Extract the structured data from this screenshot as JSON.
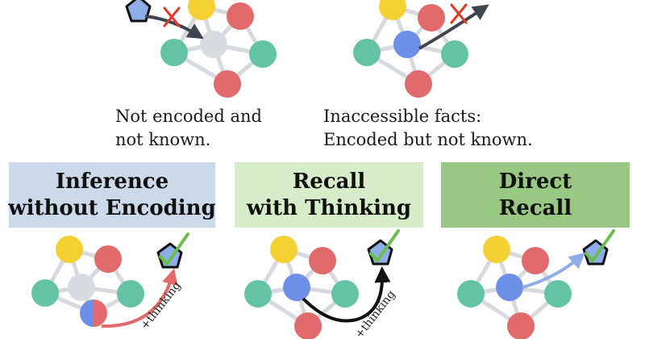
{
  "colors": {
    "yellow": "#f5d033",
    "red": "#e06a6c",
    "teal": "#63c3a4",
    "gray": "#d8dbe0",
    "blue": "#6e8fe6",
    "edge": "#d6d9de",
    "query_fill": "#8eaee9",
    "check": "#6abf4b",
    "cross": "#e03a2d",
    "box_inference": "#ccd9ea",
    "box_recall_thinking": "#d7ecc8",
    "box_direct_recall": "#98c883"
  },
  "captions": {
    "not_encoded": {
      "line1": "Not encoded and",
      "line2": "not known."
    },
    "inaccessible": {
      "line1": "Inaccessible facts:",
      "line2": "Encoded but not known."
    }
  },
  "boxes": [
    {
      "line1": "Inference",
      "line2": "without Encoding"
    },
    {
      "line1": "Recall",
      "line2": "with Thinking"
    },
    {
      "line1": "Direct",
      "line2": "Recall"
    }
  ],
  "arrow_labels": {
    "thinking": "+thinking"
  }
}
